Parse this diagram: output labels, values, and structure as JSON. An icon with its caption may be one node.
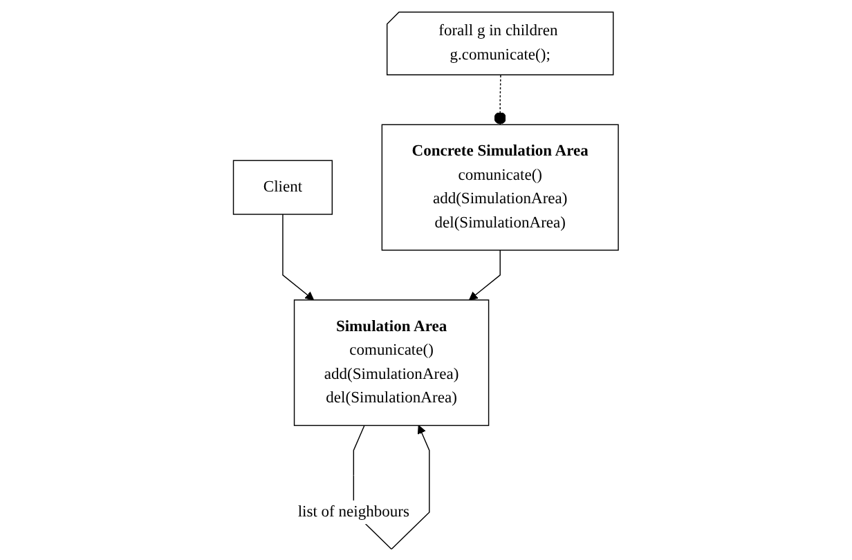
{
  "diagram": {
    "nodes": [
      {
        "text": [
          "Client"
        ]
      },
      {
        "text": [
          "Simulation Area",
          "comunicate()",
          "add(SimulationArea)",
          "del(SimulationArea)"
        ]
      },
      {
        "text": [
          "Concrete Simulation Area",
          "comunicate()",
          "add(SimulationArea)",
          "del(SimulationArea)"
        ]
      },
      {
        "text": [
          "forall g in children g.comunicate();"
        ]
      }
    ],
    "edges": [
      {
        "from": 0,
        "to": 1,
        "arrow": "to"
      },
      {
        "from": 1,
        "to": 1,
        "arrow": "to",
        "label": "list of neighbours"
      },
      {
        "from": 2,
        "to": 1,
        "arrow": "to"
      },
      {
        "from": 3,
        "to": 2,
        "arrow": "other",
        "style": "dashed"
      }
    ]
  }
}
